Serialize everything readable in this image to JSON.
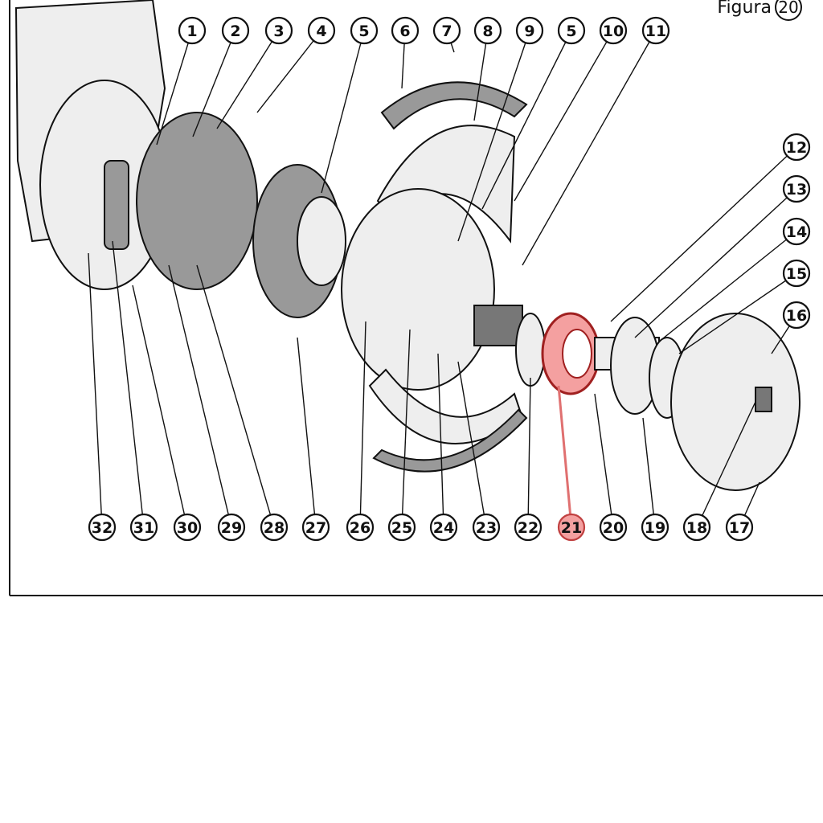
{
  "figure": {
    "label": "Figura",
    "number": "20"
  },
  "callouts": {
    "top": [
      "1",
      "2",
      "3",
      "4",
      "5",
      "6",
      "7",
      "8",
      "9",
      "5",
      "10",
      "11"
    ],
    "right": [
      "12",
      "13",
      "14",
      "15",
      "16"
    ],
    "bottom": [
      "32",
      "31",
      "30",
      "29",
      "28",
      "27",
      "26",
      "25",
      "24",
      "23",
      "22",
      "21",
      "20",
      "19",
      "18",
      "17"
    ]
  },
  "highlighted_part": "21",
  "colors": {
    "highlight_fill": "#f4a0a0",
    "highlight_stroke": "#e07070"
  }
}
